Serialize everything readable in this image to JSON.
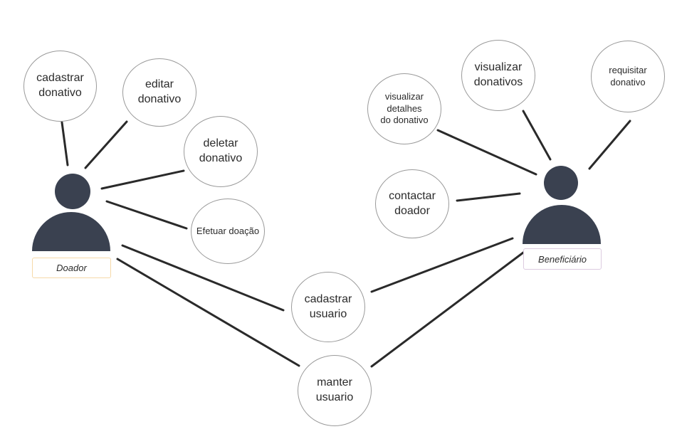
{
  "actors": {
    "doador": {
      "label": "Doador",
      "label_border": "#f6d9a8"
    },
    "beneficiario": {
      "label": "Beneficiário",
      "label_border": "#dccbe0"
    }
  },
  "use_cases": {
    "cadastrar_donativo": "cadastrar\ndonativo",
    "editar_donativo": "editar\ndonativo",
    "deletar_donativo": "deletar\ndonativo",
    "efetuar_doacao": "Efetuar doação",
    "visualizar_detalhes": "visualizar\ndetalhes\ndo donativo",
    "visualizar_donativos": "visualizar\ndonativos",
    "requisitar_donativo": "requisitar\ndonativo",
    "contactar_doador": "contactar\ndoador",
    "cadastrar_usuario": "cadastrar\nusuario",
    "manter_usuario": "manter\nusuario"
  },
  "colors": {
    "actor_fill": "#3a4150",
    "line": "#2a2a2a",
    "circle_border": "#9a9a9a"
  }
}
